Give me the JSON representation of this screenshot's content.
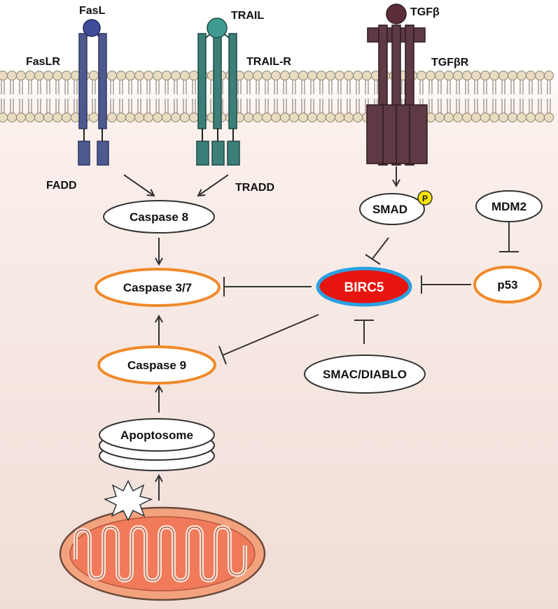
{
  "receptors": {
    "fasl": "FasL",
    "faslr": "FasLR",
    "fadd": "FADD",
    "trail": "TRAIL",
    "trail_r": "TRAIL-R",
    "tradd": "TRADD",
    "tgfb": "TGFβ",
    "tgfbr": "TGFβR"
  },
  "nodes": {
    "caspase8": "Caspase 8",
    "caspase37": "Caspase 3/7",
    "caspase9": "Caspase 9",
    "apoptosome": "Apoptosome",
    "smad": "SMAD",
    "smad_p": "P",
    "mdm2": "MDM2",
    "birc5": "BIRC5",
    "p53": "p53",
    "smac": "SMAC/DIABLO"
  },
  "colors": {
    "background_top": "#ffffff",
    "background_bottom": "#f1ddd7",
    "fas_receptor": "#4d5a8f",
    "trail_receptor": "#3c7f78",
    "tgf_receptor": "#5e3a44",
    "membrane_head": "#e9dcc2",
    "orange_outline": "#f08a2a",
    "birc5_fill": "#e8140f",
    "birc5_outline": "#2aa0e0",
    "phospho": "#ffe600",
    "mito_outer": "#f3a27e",
    "mito_inner": "#f07a5a"
  }
}
